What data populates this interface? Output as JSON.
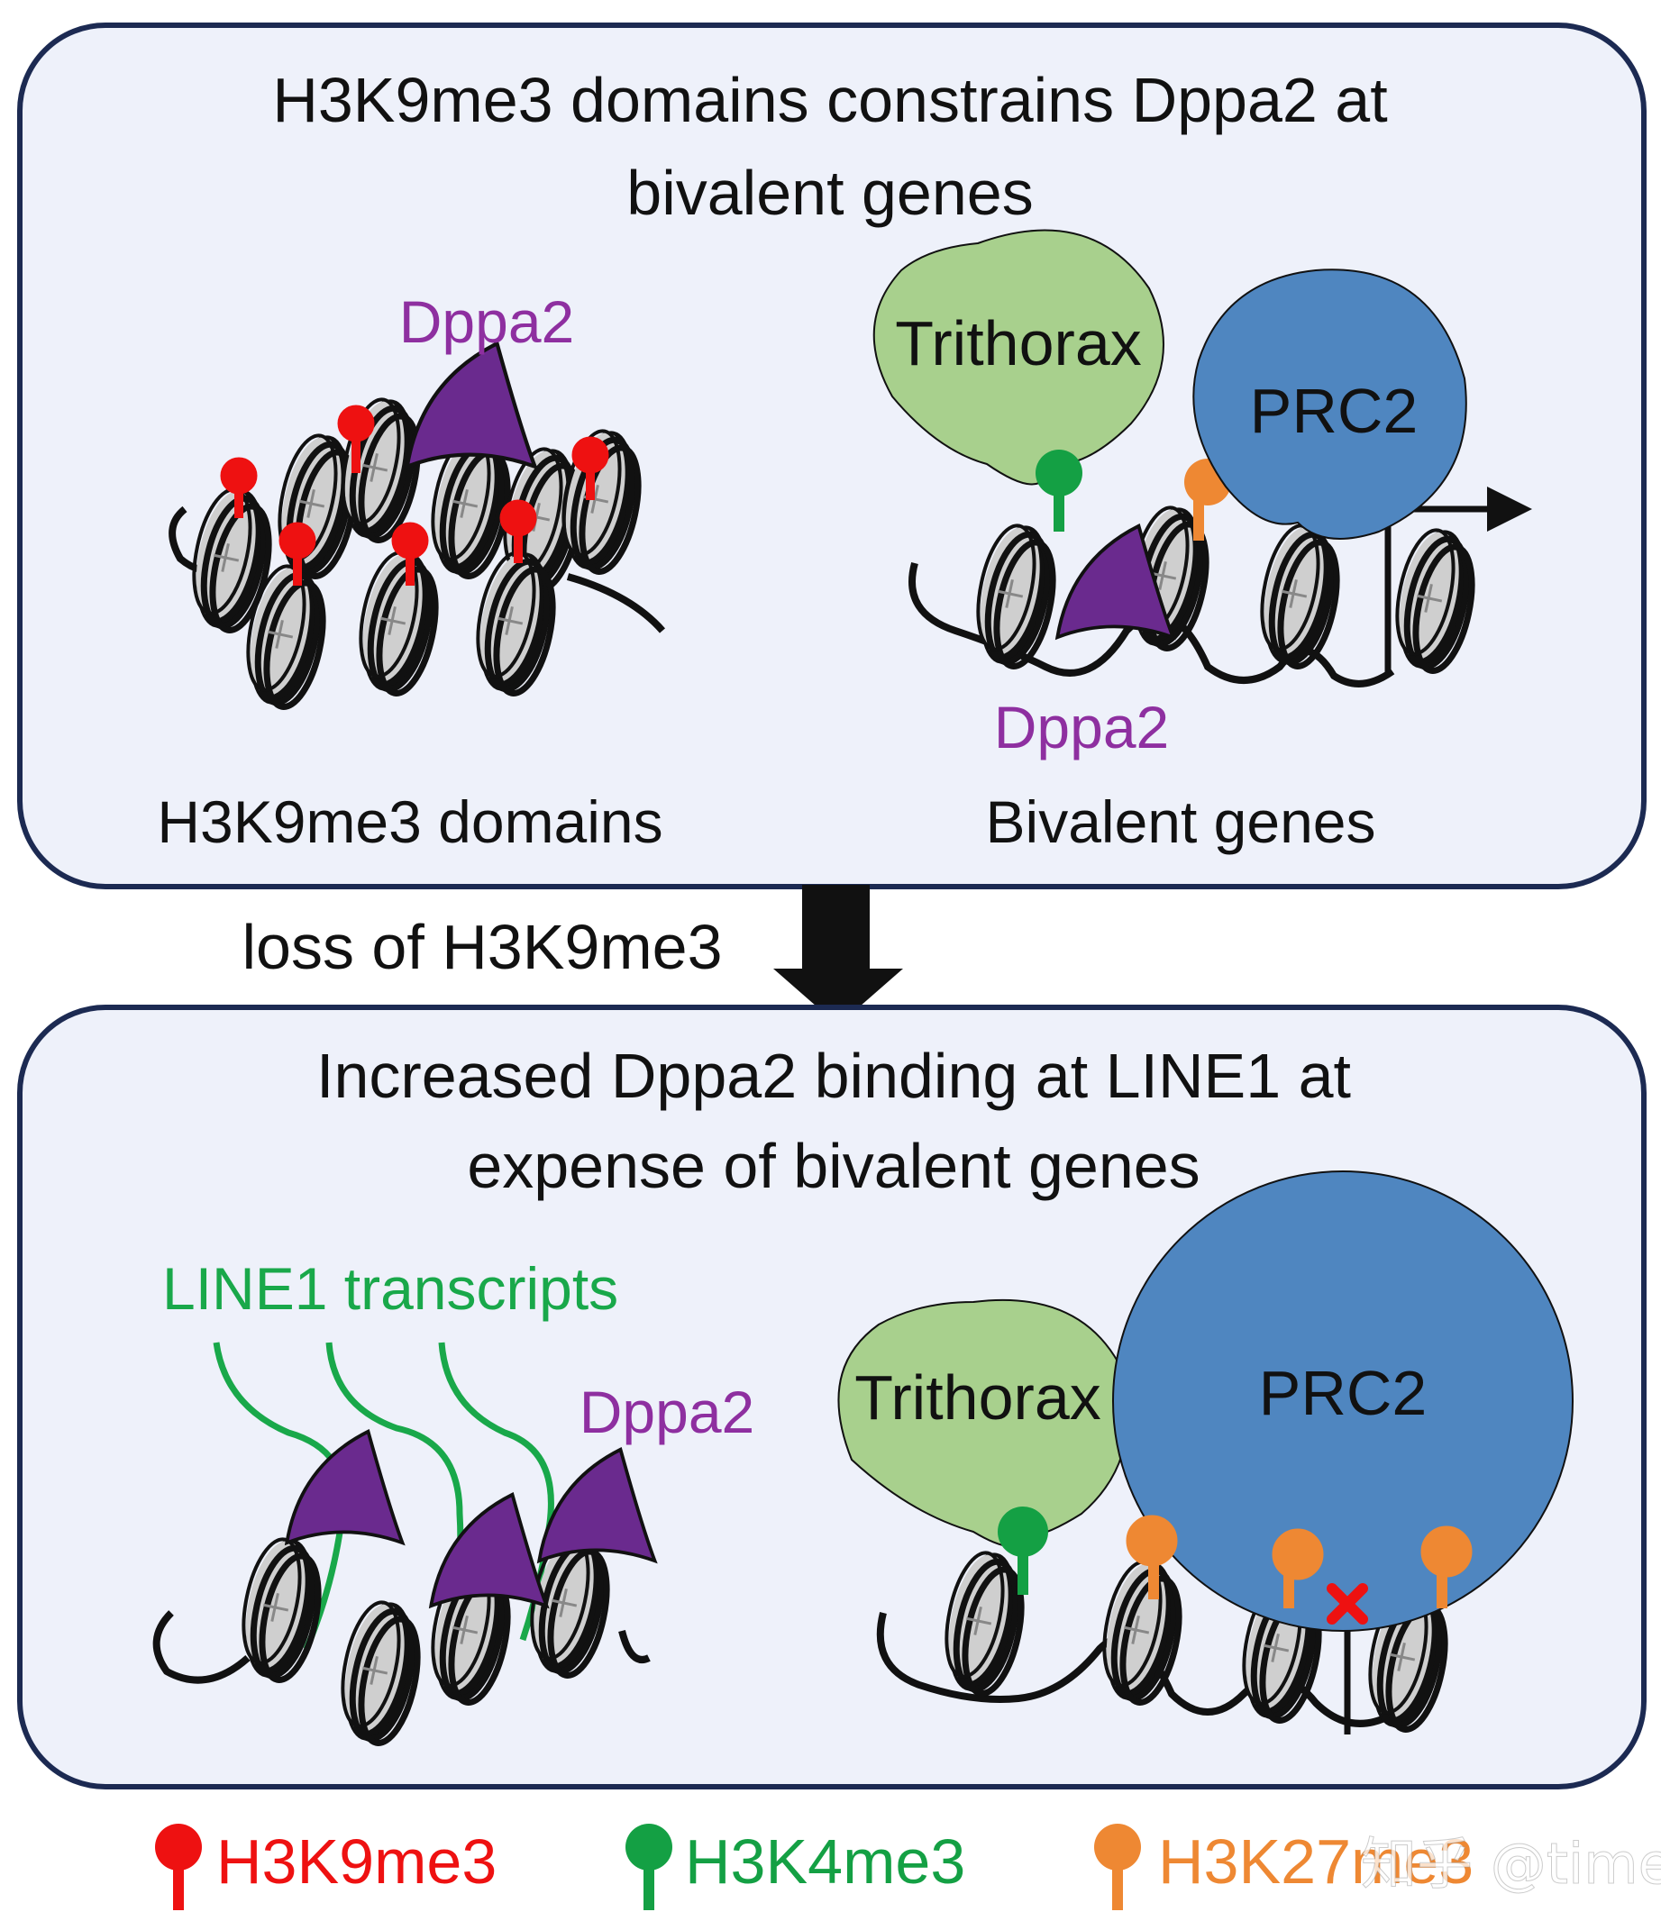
{
  "panel_top": {
    "title_line1": "H3K9me3 domains constrains Dppa2 at",
    "title_line2": "bivalent genes",
    "left_caption": "H3K9me3 domains",
    "right_caption": "Bivalent genes",
    "dppa2_label_left": "Dppa2",
    "dppa2_label_right": "Dppa2",
    "trithorax_label": "Trithorax",
    "prc2_label": "PRC2"
  },
  "arrow_label": "loss of H3K9me3",
  "panel_bottom": {
    "title_line1": "Increased Dppa2 binding at LINE1 at",
    "title_line2": "expense of bivalent genes",
    "line1_label": "LINE1 transcripts",
    "dppa2_label": "Dppa2",
    "trithorax_label": "Trithorax",
    "prc2_label": "PRC2"
  },
  "legend": [
    {
      "label": "H3K9me3",
      "color": "#ee1111"
    },
    {
      "label": "H3K4me3",
      "color": "#14a044"
    },
    {
      "label": "H3K27me3",
      "color": "#ee8833"
    }
  ],
  "watermark": "知乎 @time",
  "colors": {
    "panel_fill": "#eef1fa",
    "panel_border": "#1c2a52",
    "dppa2": "#6a2a8e",
    "dppa2_text": "#8e2fa0",
    "trithorax": "#a8d08d",
    "prc2": "#4f86c0",
    "line1_text": "#19a84a",
    "blocked_mark": "#ee1111"
  }
}
